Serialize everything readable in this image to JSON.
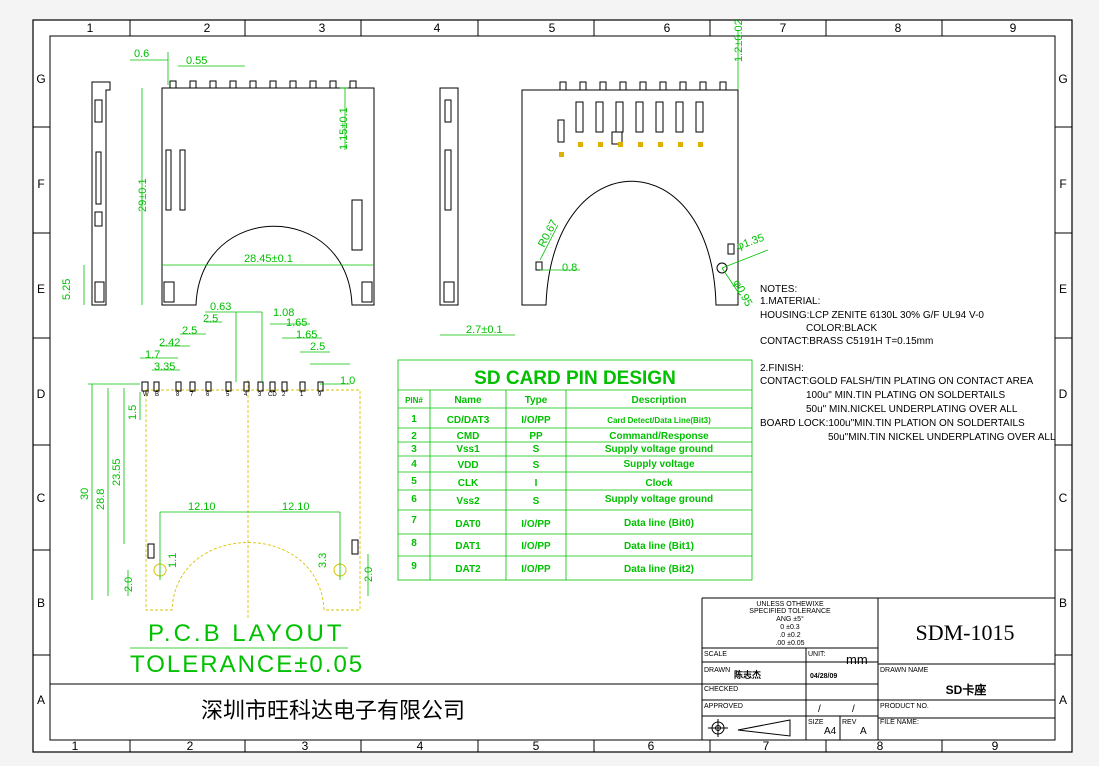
{
  "zones": {
    "cols": [
      "1",
      "2",
      "3",
      "4",
      "5",
      "6",
      "7",
      "8",
      "9"
    ],
    "rows": [
      "G",
      "F",
      "E",
      "D",
      "C",
      "B",
      "A"
    ]
  },
  "dims": {
    "d06": "0.6",
    "d055": "0.55",
    "d115": "1.15±0.1",
    "d29": "29±0.1",
    "d2845": "28.45±0.1",
    "d525": "5.25",
    "d27": "2.7±0.1",
    "d12": "1.2±0.02",
    "dr067": "R0.67",
    "d08": "0.8",
    "d135": "φ1.35",
    "d095": "φ0.95",
    "p063": "0.63",
    "p108": "1.08",
    "p25a": "2.5",
    "p165a": "1.65",
    "p25b": "2.5",
    "p165b": "1.65",
    "p242": "2.42",
    "p25c": "2.5",
    "p17": "1.7",
    "p335": "3.35",
    "p10": "1.0",
    "p15": "1.5",
    "p30": "30",
    "p288": "28.8",
    "p2355": "23.55",
    "p1210a": "12.10",
    "p1210b": "12.10",
    "p20a": "2.0",
    "p20b": "2.0",
    "p11": "1.1",
    "p33": "3.3"
  },
  "pin_labels": [
    "W",
    "8",
    "7",
    "6",
    "5",
    "4",
    "3",
    "CD",
    "2",
    "1",
    "9",
    "B"
  ],
  "pcb": {
    "title": "P.C.B LAYOUT",
    "tolerance": "TOLERANCE±0.05"
  },
  "pin_table": {
    "title": "SD CARD PIN DESIGN",
    "headers": [
      "PIN#",
      "Name",
      "Type",
      "Description"
    ],
    "rows": [
      [
        "1",
        "CD/DAT3",
        "I/O/PP",
        "Card Detect/Data Line(Bit3)"
      ],
      [
        "2",
        "CMD",
        "PP",
        "Command/Response"
      ],
      [
        "3",
        "Vss1",
        "S",
        "Supply voltage ground"
      ],
      [
        "4",
        "VDD",
        "S",
        "Supply voltage"
      ],
      [
        "5",
        "CLK",
        "I",
        "Clock"
      ],
      [
        "6",
        "Vss2",
        "S",
        "Supply voltage ground"
      ],
      [
        "7",
        "DAT0",
        "I/O/PP",
        "Data line (Bit0)"
      ],
      [
        "8",
        "DAT1",
        "I/O/PP",
        "Data line (Bit1)"
      ],
      [
        "9",
        "DAT2",
        "I/O/PP",
        "Data line (Bit2)"
      ]
    ]
  },
  "notes": {
    "lines": [
      "NOTES:",
      "1.MATERIAL:",
      "HOUSING:LCP ZENITE 6130L 30% G/F UL94 V-0",
      "COLOR:BLACK",
      "CONTACT:BRASS C5191H T=0.15mm",
      "2.FINISH:",
      "CONTACT:GOLD FALSH/TIN PLATING ON CONTACT AREA",
      "100u\" MIN.TIN PLATING ON SOLDERTAILS",
      "50u\" MIN.NICKEL UNDERPLATING OVER ALL",
      "BOARD LOCK:100u\"MIN.TIN PLATION ON SOLDERTAILS",
      "50u\"MIN.TIN NICKEL UNDERPLATING OVER ALL"
    ]
  },
  "title_block": {
    "tol_lines": [
      "UNLESS   OTHEWIXE",
      "SPECIFIED  TOLERANCE",
      "ANG        ±5°",
      "0           ±0.3",
      ".0          ±0.2",
      ".00        ±0.05"
    ],
    "part_no": "SDM-1015",
    "scale_label": "SCALE",
    "unit_label": "UNIT:",
    "unit_value": "mm",
    "drawn_label": "DRAWN",
    "drawn_by": "陈志杰",
    "drawn_date": "04/28/09",
    "drawn_name_label": "DRAWN NAME",
    "drawn_name": "SD卡座",
    "checked_label": "CHECKED",
    "approved_label": "APPROVED",
    "slash1": "/",
    "slash2": "/",
    "size_label": "SIZE",
    "size_value": "A4",
    "rev_label": "REV",
    "rev_value": "A",
    "product_no_label": "PRODUCT  NO.",
    "file_name_label": "FILE  NAME:",
    "company": "深圳市旺科达电子有限公司"
  }
}
